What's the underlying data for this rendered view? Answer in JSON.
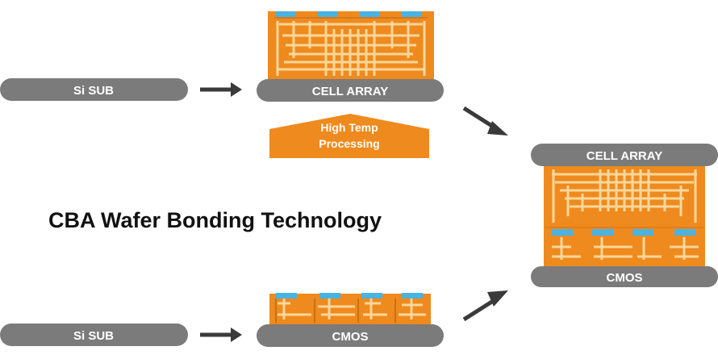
{
  "title": "CBA Wafer Bonding Technology",
  "labels": {
    "si_sub_top": "Si SUB",
    "si_sub_bottom": "Si SUB",
    "cell_array_top": "CELL ARRAY",
    "cmos_bottom": "CMOS",
    "high_temp_line1": "High Temp",
    "high_temp_line2": "Processing",
    "bonded_cell_array": "CELL ARRAY",
    "bonded_cmos": "CMOS"
  },
  "colors": {
    "substrate_gray": "#7b7b7b",
    "orange": "#ef8a1e",
    "light_trace": "#fbd79a",
    "dark_line": "#9c5a10",
    "pad_blue": "#49b3e2",
    "arrow": "#3a3a3a"
  }
}
